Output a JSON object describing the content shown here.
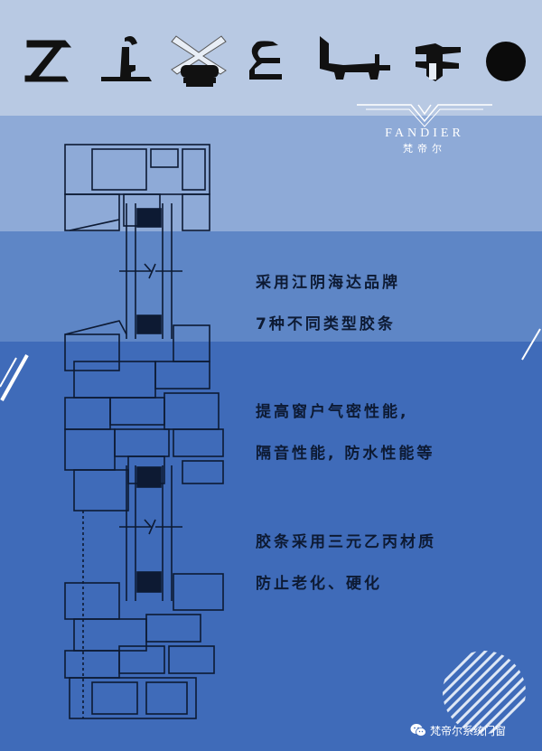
{
  "brand": {
    "name_en": "FANDIER",
    "name_cn": "梵帝尔"
  },
  "copy": {
    "line1": "采用江阴海达品牌",
    "line2": "7种不同类型胶条",
    "line3": "提高窗户气密性能,",
    "line4": "隔音性能, 防水性能等",
    "line5": "胶条采用三元乙丙材质",
    "line6": "防止老化、硬化"
  },
  "watermark": {
    "account": "梵帝尔系统门窗",
    "icon": "wechat-icon"
  },
  "colors": {
    "band1": "#b8c9e3",
    "band2": "#8eaad7",
    "band3": "#5e86c6",
    "band4": "#3f6bb9",
    "text": "#0d1a33",
    "gasket": "#111111"
  }
}
